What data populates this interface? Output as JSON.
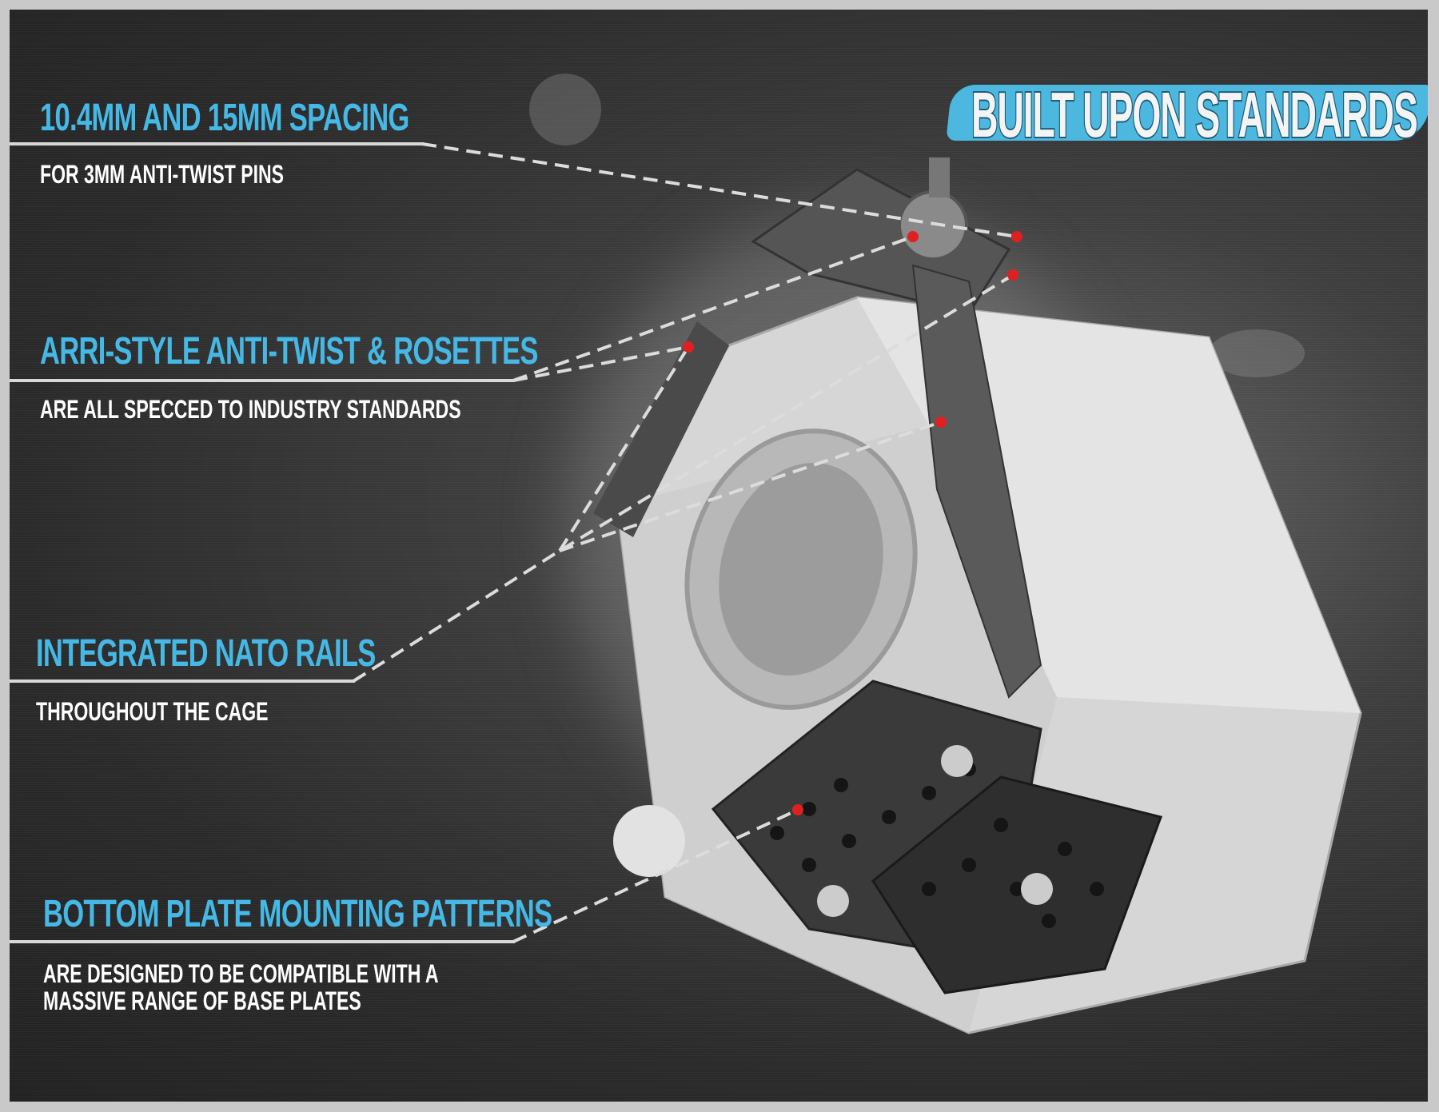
{
  "title": "BUILT UPON STANDARDS",
  "features": [
    {
      "heading": "10.4MM AND 15MM SPACING",
      "description": [
        "FOR 3MM ANTI-TWIST PINS"
      ]
    },
    {
      "heading": "ARRI-STYLE ANTI-TWIST & ROSETTES",
      "description": [
        "ARE ALL SPECCED TO INDUSTRY STANDARDS"
      ]
    },
    {
      "heading": "INTEGRATED NATO RAILS",
      "description": [
        "THROUGHOUT THE CAGE"
      ]
    },
    {
      "heading": "BOTTOM PLATE MOUNTING PATTERNS",
      "description": [
        "ARE DESIGNED TO BE COMPATIBLE WITH A",
        "MASSIVE RANGE OF BASE PLATES"
      ]
    }
  ],
  "colors": {
    "accent": "#45b8e6",
    "marker": "#e02020",
    "background": "#2a2a2a"
  }
}
